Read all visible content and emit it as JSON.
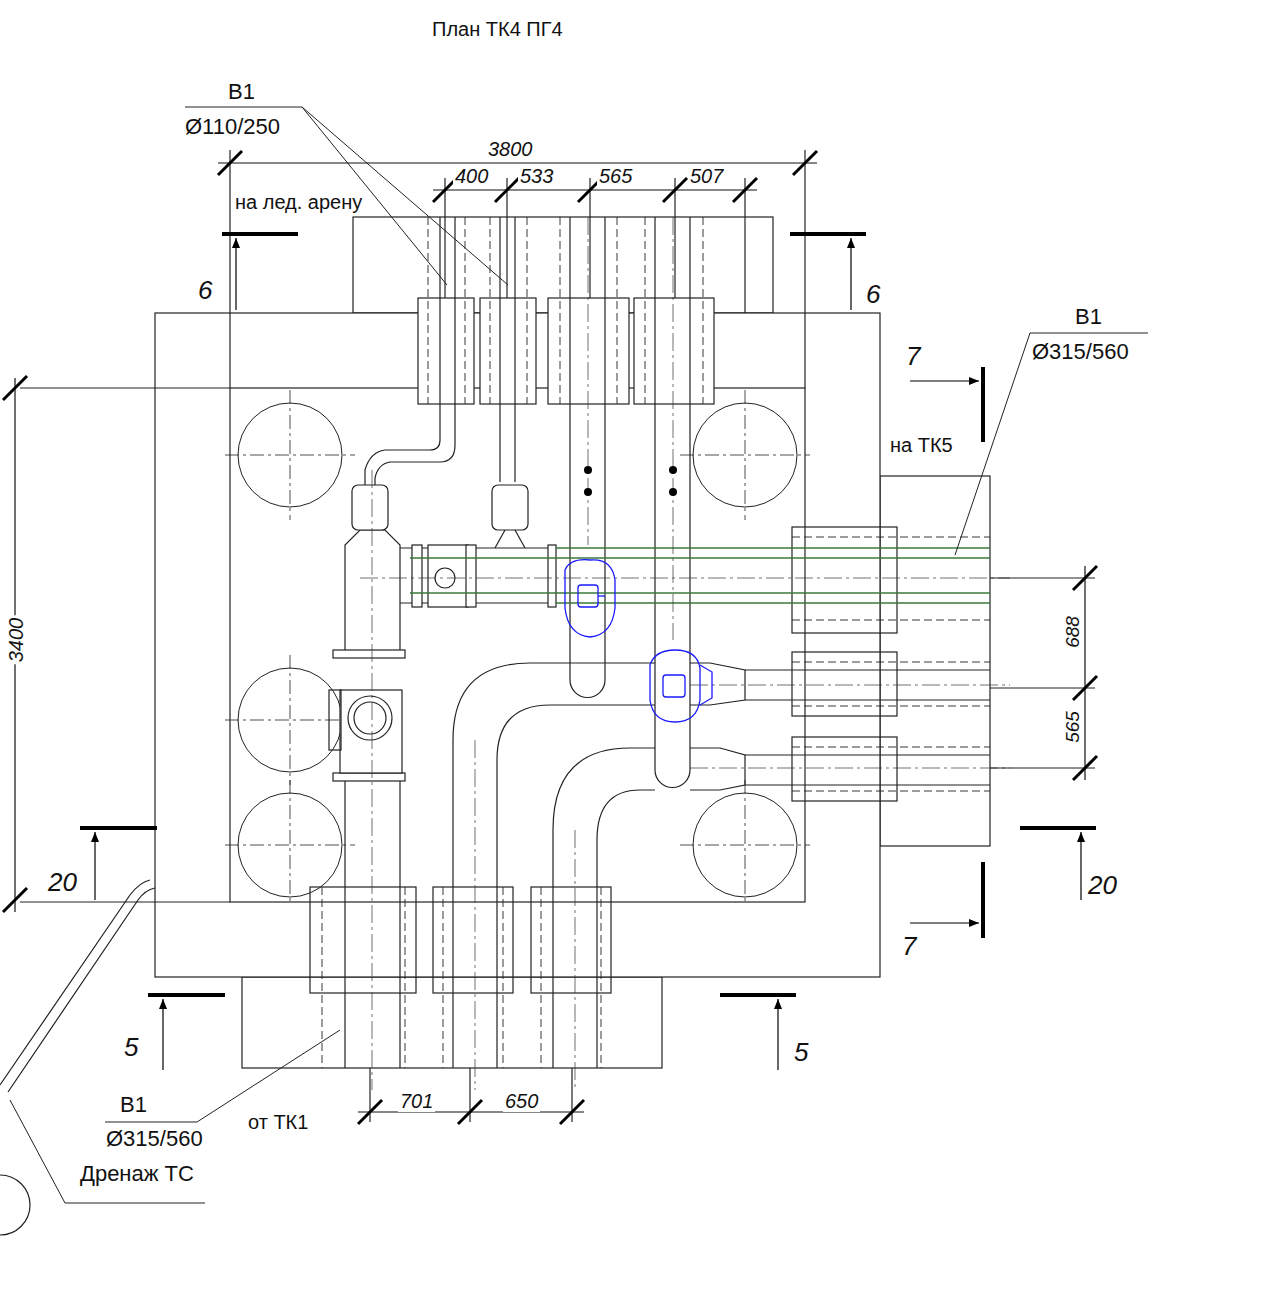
{
  "diagram": {
    "title": "План ТК4 ПГ4",
    "labels": [
      "В1",
      "Ø110/250",
      "3800",
      "400",
      "533",
      "565",
      "507",
      "на лед. арену",
      "6",
      "6",
      "В1",
      "Ø315/560",
      "7",
      "на ТК5",
      "688",
      "565",
      "20",
      "20",
      "7",
      "5",
      "5",
      "В1",
      "Ø315/560",
      "Дренаж ТС",
      "от ТК1",
      "701",
      "650",
      "3400"
    ]
  }
}
